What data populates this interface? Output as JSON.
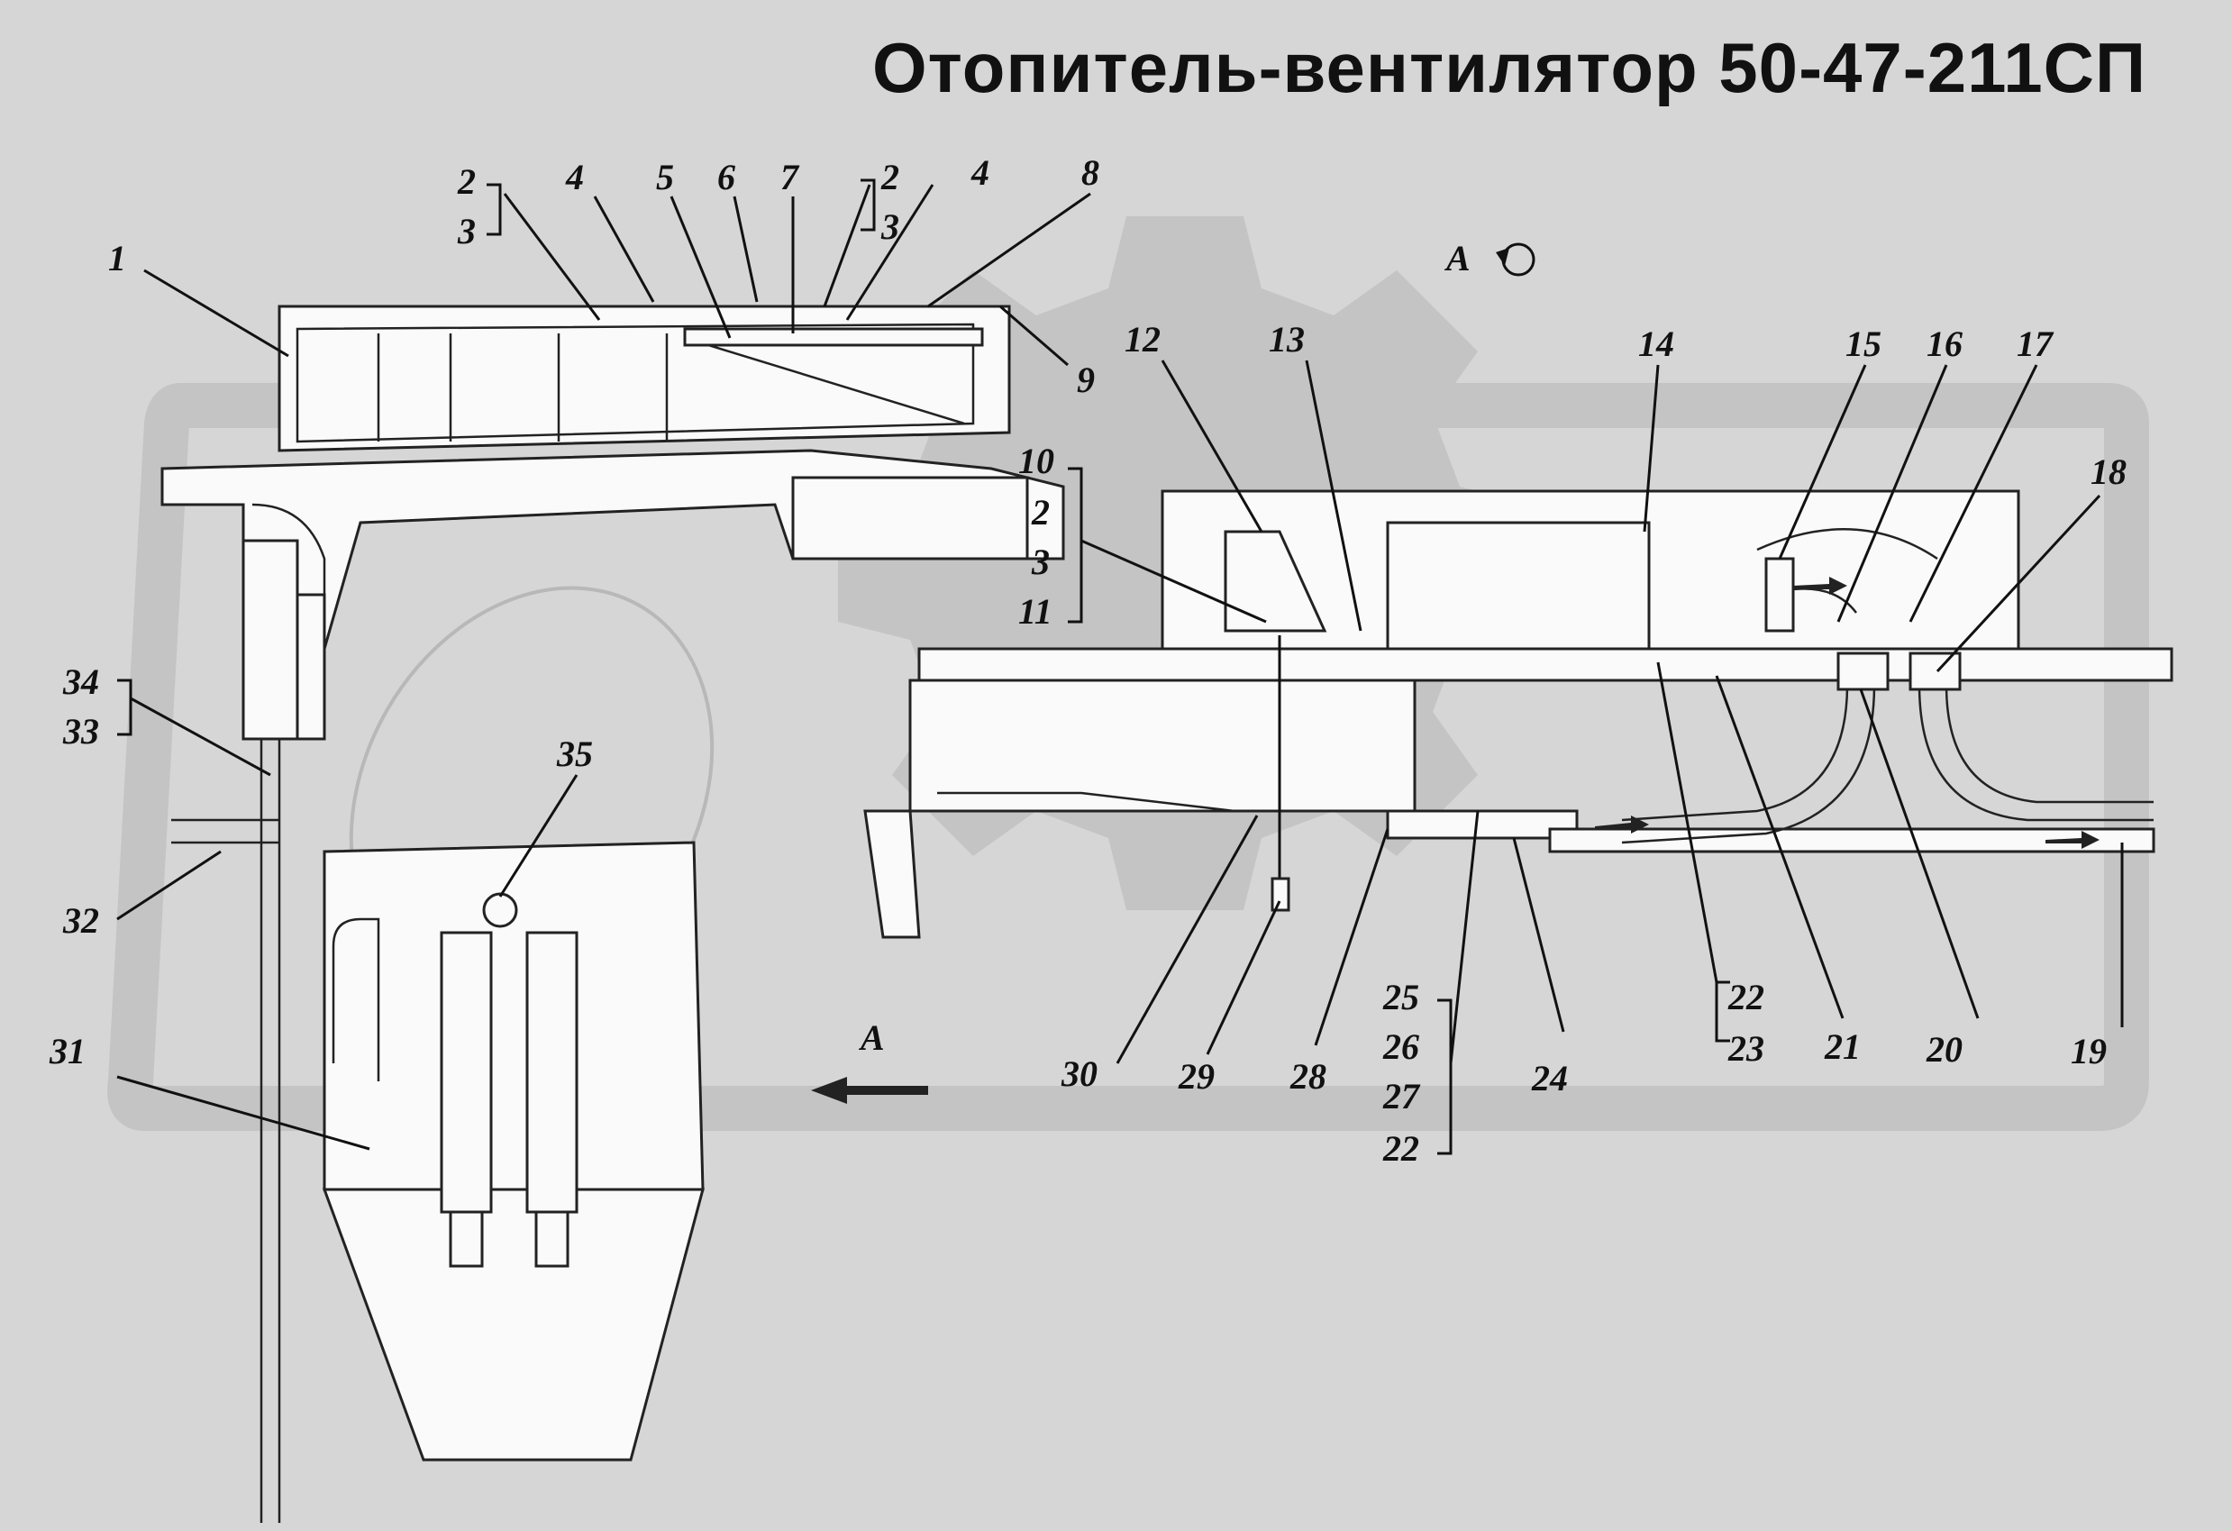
{
  "title": "Отопитель-вентилятор 50-47-211СП",
  "view_label": "А",
  "callouts": [
    {
      "id": "c1",
      "text": "1"
    },
    {
      "id": "c2a",
      "text": "2"
    },
    {
      "id": "c3a",
      "text": "3"
    },
    {
      "id": "c4a",
      "text": "4"
    },
    {
      "id": "c5",
      "text": "5"
    },
    {
      "id": "c6",
      "text": "6"
    },
    {
      "id": "c7",
      "text": "7"
    },
    {
      "id": "c2b",
      "text": "2"
    },
    {
      "id": "c3b",
      "text": "3"
    },
    {
      "id": "c4b",
      "text": "4"
    },
    {
      "id": "c8",
      "text": "8"
    },
    {
      "id": "c9",
      "text": "9"
    },
    {
      "id": "c10",
      "text": "10"
    },
    {
      "id": "c2c",
      "text": "2"
    },
    {
      "id": "c3c",
      "text": "3"
    },
    {
      "id": "c11",
      "text": "11"
    },
    {
      "id": "c12",
      "text": "12"
    },
    {
      "id": "c13",
      "text": "13"
    },
    {
      "id": "c14",
      "text": "14"
    },
    {
      "id": "c15",
      "text": "15"
    },
    {
      "id": "c16",
      "text": "16"
    },
    {
      "id": "c17",
      "text": "17"
    },
    {
      "id": "c18",
      "text": "18"
    },
    {
      "id": "c19",
      "text": "19"
    },
    {
      "id": "c20",
      "text": "20"
    },
    {
      "id": "c21",
      "text": "21"
    },
    {
      "id": "c22a",
      "text": "22"
    },
    {
      "id": "c23",
      "text": "23"
    },
    {
      "id": "c24",
      "text": "24"
    },
    {
      "id": "c25",
      "text": "25"
    },
    {
      "id": "c26",
      "text": "26"
    },
    {
      "id": "c27",
      "text": "27"
    },
    {
      "id": "c22b",
      "text": "22"
    },
    {
      "id": "c28",
      "text": "28"
    },
    {
      "id": "c29",
      "text": "29"
    },
    {
      "id": "c30",
      "text": "30"
    },
    {
      "id": "c31",
      "text": "31"
    },
    {
      "id": "c32",
      "text": "32"
    },
    {
      "id": "c33",
      "text": "33"
    },
    {
      "id": "c34",
      "text": "34"
    },
    {
      "id": "c35",
      "text": "35"
    }
  ]
}
